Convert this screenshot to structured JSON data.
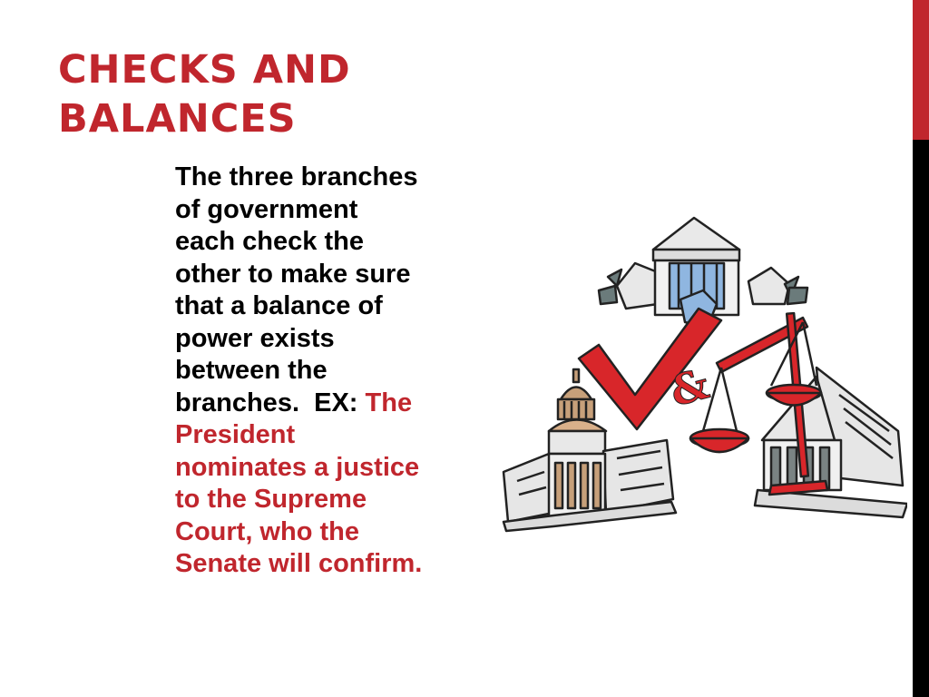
{
  "slide": {
    "title_lines": [
      "CHECKS AND",
      "BALANCES"
    ],
    "body_lines": [
      {
        "black": "The three branches"
      },
      {
        "black": "of government"
      },
      {
        "black": "each check the"
      },
      {
        "black": "other to make sure"
      },
      {
        "black": "that a balance of"
      },
      {
        "black": "power exists"
      },
      {
        "black": "between the"
      },
      {
        "black": "branches.  EX: ",
        "red": "The"
      },
      {
        "red": "President"
      },
      {
        "red": "nominates a justice"
      },
      {
        "red": "to the Supreme"
      },
      {
        "red": "Court, who the"
      },
      {
        "red": "Senate will confirm."
      }
    ],
    "illustration": {
      "ampersand": "&",
      "icons": [
        "white-house-icon",
        "capitol-icon",
        "supreme-court-icon",
        "checkmark-icon",
        "scales-icon"
      ]
    }
  },
  "colors": {
    "accent_red": "#c0262d",
    "text_black": "#000000",
    "sidebar_black": "#000000",
    "background": "#ffffff"
  }
}
